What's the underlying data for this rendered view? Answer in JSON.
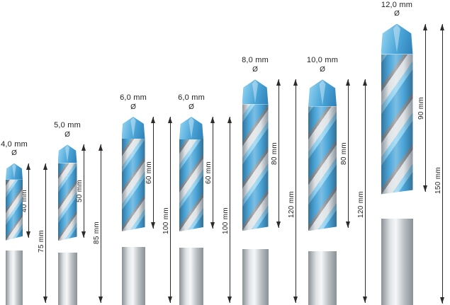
{
  "diagram": {
    "unit": "mm",
    "diameter_symbol": "Ø",
    "bits": [
      {
        "diameter_label": "4,0 mm",
        "diameter_mm": 4,
        "flute_label": "40 mm",
        "flute_mm": 40,
        "total_label": "75 mm",
        "total_mm": 75
      },
      {
        "diameter_label": "5,0 mm",
        "diameter_mm": 5,
        "flute_label": "50 mm",
        "flute_mm": 50,
        "total_label": "85 mm",
        "total_mm": 85
      },
      {
        "diameter_label": "6,0 mm",
        "diameter_mm": 6,
        "flute_label": "60 mm",
        "flute_mm": 60,
        "total_label": "100 mm",
        "total_mm": 100
      },
      {
        "diameter_label": "6,0 mm",
        "diameter_mm": 6,
        "flute_label": "60 mm",
        "flute_mm": 60,
        "total_label": "100 mm",
        "total_mm": 100
      },
      {
        "diameter_label": "8,0 mm",
        "diameter_mm": 8,
        "flute_label": "80 mm",
        "flute_mm": 80,
        "total_label": "120 mm",
        "total_mm": 120
      },
      {
        "diameter_label": "10,0 mm",
        "diameter_mm": 10,
        "flute_label": "80 mm",
        "flute_mm": 80,
        "total_label": "120 mm",
        "total_mm": 120
      },
      {
        "diameter_label": "12,0 mm",
        "diameter_mm": 12,
        "flute_label": "90 mm",
        "flute_mm": 90,
        "total_label": "150 mm",
        "total_mm": 150
      }
    ],
    "colors": {
      "background": "#ffffff",
      "flute_blue": "#4aa5d8",
      "flute_blue_light": "#8fd0ef",
      "flute_blue_dark": "#2e7fb5",
      "steel_light": "#dfe3e5",
      "steel_mid": "#b9bfc2",
      "steel_dark": "#8a9196",
      "dimension_line": "#2e2a28",
      "text": "#1f1f1f"
    }
  }
}
